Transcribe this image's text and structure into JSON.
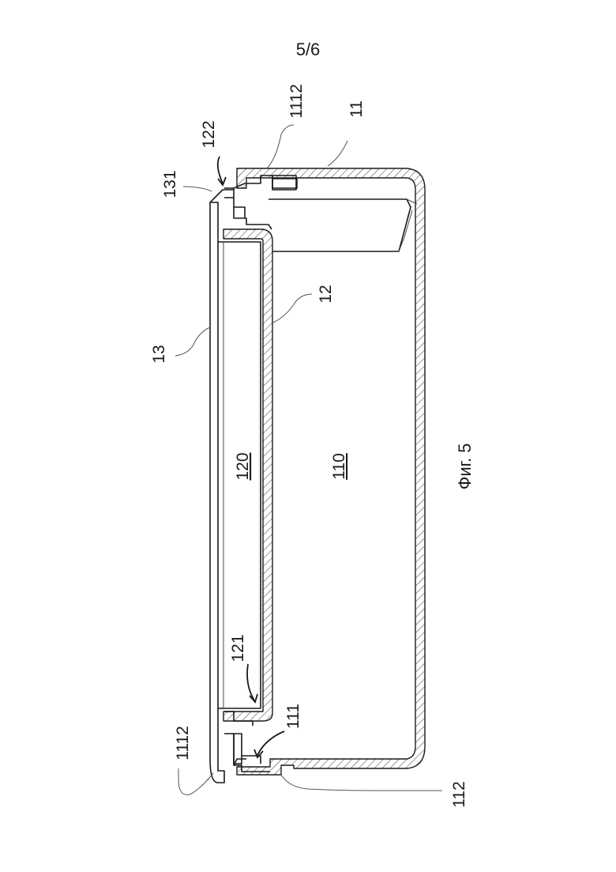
{
  "page": {
    "number": "5/6"
  },
  "figure": {
    "caption": "Фиг. 5"
  },
  "labels": {
    "l11": "11",
    "l1112_top": "1112",
    "l122": "122",
    "l131": "131",
    "l13": "13",
    "l12": "12",
    "l120": "120",
    "l110": "110",
    "l121": "121",
    "l111": "111",
    "l1112_bottom": "1112",
    "l112": "112"
  }
}
